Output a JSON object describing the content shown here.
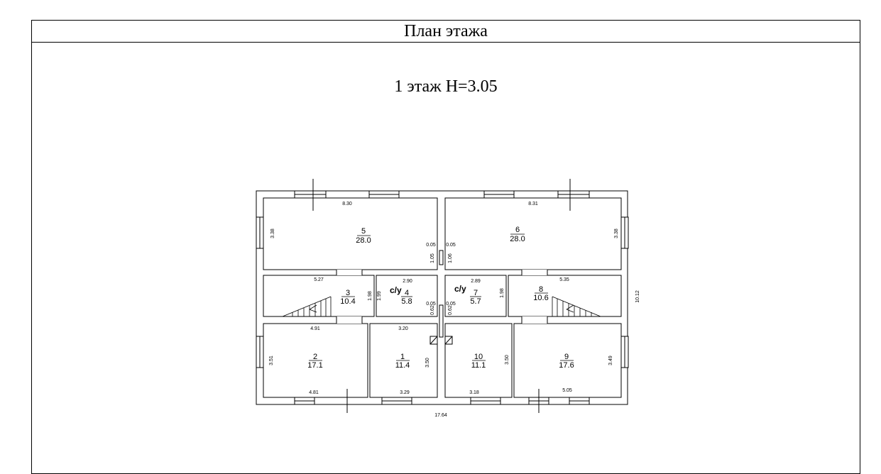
{
  "header": {
    "title": "План этажа"
  },
  "floor": {
    "title": "1 этаж Н=3.05"
  },
  "rooms": [
    {
      "id": "r5",
      "number": "5",
      "area": "28.0"
    },
    {
      "id": "r6",
      "number": "6",
      "area": "28.0"
    },
    {
      "id": "r3",
      "number": "3",
      "area": "10.4"
    },
    {
      "id": "r4",
      "number": "4",
      "area": "5.8",
      "tag": "с/у"
    },
    {
      "id": "r7",
      "number": "7",
      "area": "5.7",
      "tag": "с/у"
    },
    {
      "id": "r8",
      "number": "8",
      "area": "10.6"
    },
    {
      "id": "r2",
      "number": "2",
      "area": "17.1"
    },
    {
      "id": "r1",
      "number": "1",
      "area": "11.4"
    },
    {
      "id": "r10",
      "number": "10",
      "area": "11.1"
    },
    {
      "id": "r9",
      "number": "9",
      "area": "17.6"
    }
  ],
  "dimensions": [
    "8.30",
    "8.31",
    "3.38",
    "3.38",
    "0.05",
    "0.05",
    "1.05",
    "1.06",
    "5.27",
    "2.90",
    "2.89",
    "5.35",
    "1.98",
    "1.99",
    "1.98",
    "10.12",
    "0.05",
    "0.05",
    "0.62",
    "0.62",
    "4.91",
    "3.20",
    "3.51",
    "3.50",
    "3.50",
    "3.49",
    "4.81",
    "3.29",
    "3.18",
    "5.05",
    "17.64"
  ]
}
